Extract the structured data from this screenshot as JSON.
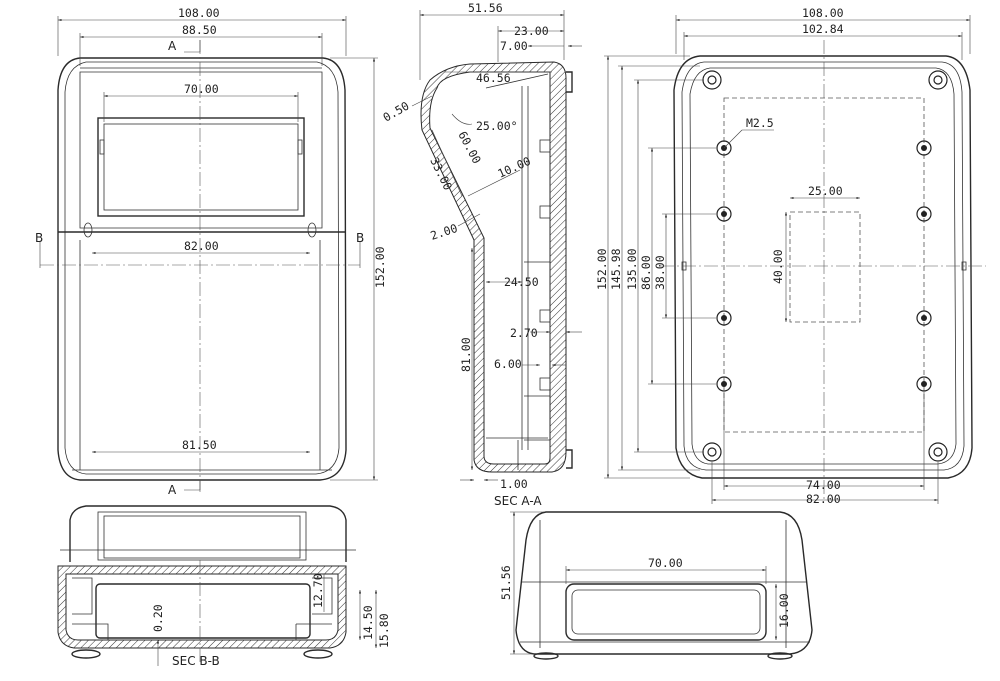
{
  "front": {
    "dims": {
      "width_overall": "108.00",
      "width_top": "88.50",
      "window_width": "70.00",
      "width_mid": "82.00",
      "width_bottom": "81.50",
      "height": "152.00"
    },
    "section_a": "A",
    "section_b": "B"
  },
  "side": {
    "dims": {
      "depth": "51.56",
      "top_23": "23.00",
      "top_7": "7.00",
      "slope_len": "46.56",
      "wall_050": "0.50",
      "angle_25": "25.00°",
      "slope_60": "60.00",
      "slope_33": "33.00",
      "slope_10": "10.00",
      "step_2": "2.00",
      "inner_2450": "24.50",
      "wall_270": "2.70",
      "rib_6": "6.00",
      "height_81": "81.00",
      "base_1": "1.00"
    },
    "caption": "SEC A-A"
  },
  "back": {
    "dims": {
      "width_overall": "108.00",
      "width_inner": "102.84",
      "screw": "M2.5",
      "rect_w": "25.00",
      "rect_h": "40.00",
      "h_152": "152.00",
      "h_14598": "145.98",
      "h_135": "135.00",
      "h_86": "86.00",
      "h_38": "38.00",
      "w_74": "74.00",
      "w_82": "82.00"
    }
  },
  "endB": {
    "dims": {
      "d_020": "0.20",
      "d_1270": "12.70",
      "d_1450": "14.50",
      "d_1580": "15.80"
    },
    "caption": "SEC B-B"
  },
  "endR": {
    "dims": {
      "depth": "51.56",
      "cut_w": "70.00",
      "cut_h": "16.00"
    }
  }
}
